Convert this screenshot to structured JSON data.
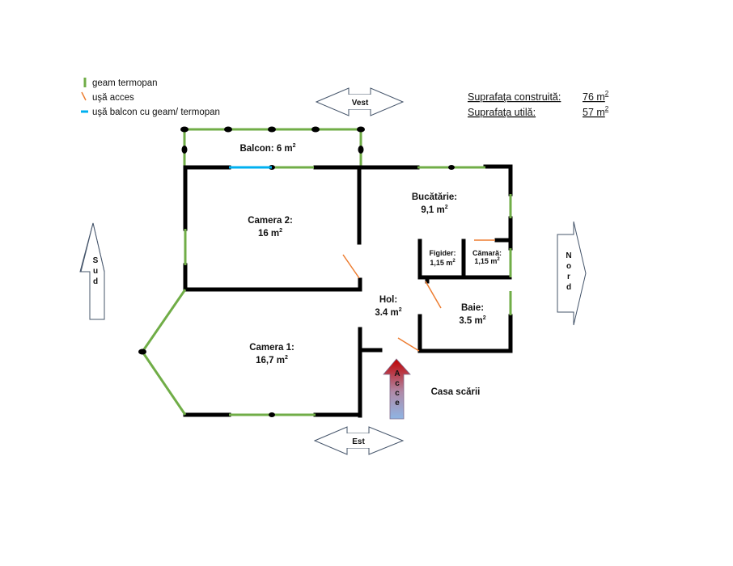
{
  "legend": {
    "window": "geam termopan",
    "door": "uşă acces",
    "balcony_door": "uşă balcon cu geam/ termopan"
  },
  "areas": {
    "built_label": "Suprafaţa construită:",
    "built_value": "76 m",
    "built_unit_sup": "2",
    "useful_label": "Suprafaţa utilă:",
    "useful_value": "57 m",
    "useful_unit_sup": "2"
  },
  "compass": {
    "west": "Vest",
    "east": "Est",
    "south": [
      "S",
      "u",
      "d"
    ],
    "north": [
      "N",
      "o",
      "r",
      "d"
    ]
  },
  "rooms": {
    "balcon": {
      "name": "Balcon: 6 m",
      "sup": "2"
    },
    "camera2": {
      "name": "Camera 2:",
      "area": "16 m",
      "sup": "2"
    },
    "bucatarie": {
      "name": "Bucătărie:",
      "area": "9,1 m",
      "sup": "2"
    },
    "frigider": {
      "name": "Figider:",
      "area": "1,15 m",
      "sup": "2"
    },
    "camara": {
      "name": "Cămară:",
      "area": "1,15 m",
      "sup": "2"
    },
    "hol": {
      "name": "Hol:",
      "area": "3.4 m",
      "sup": "2"
    },
    "baie": {
      "name": "Baie:",
      "area": "3.5 m",
      "sup": "2"
    },
    "camera1": {
      "name": "Camera 1:",
      "area": "16,7 m",
      "sup": "2"
    },
    "casa_scarii": {
      "name": "Casa scării"
    }
  },
  "entrance": {
    "letters": [
      "A",
      "c",
      "c",
      "e"
    ]
  },
  "colors": {
    "wall": "#000000",
    "window": "#70ad47",
    "door": "#ed7d31",
    "balcony_door": "#00b0f0",
    "arrow_top": "#c00000",
    "arrow_bottom": "#8fb4e3"
  }
}
